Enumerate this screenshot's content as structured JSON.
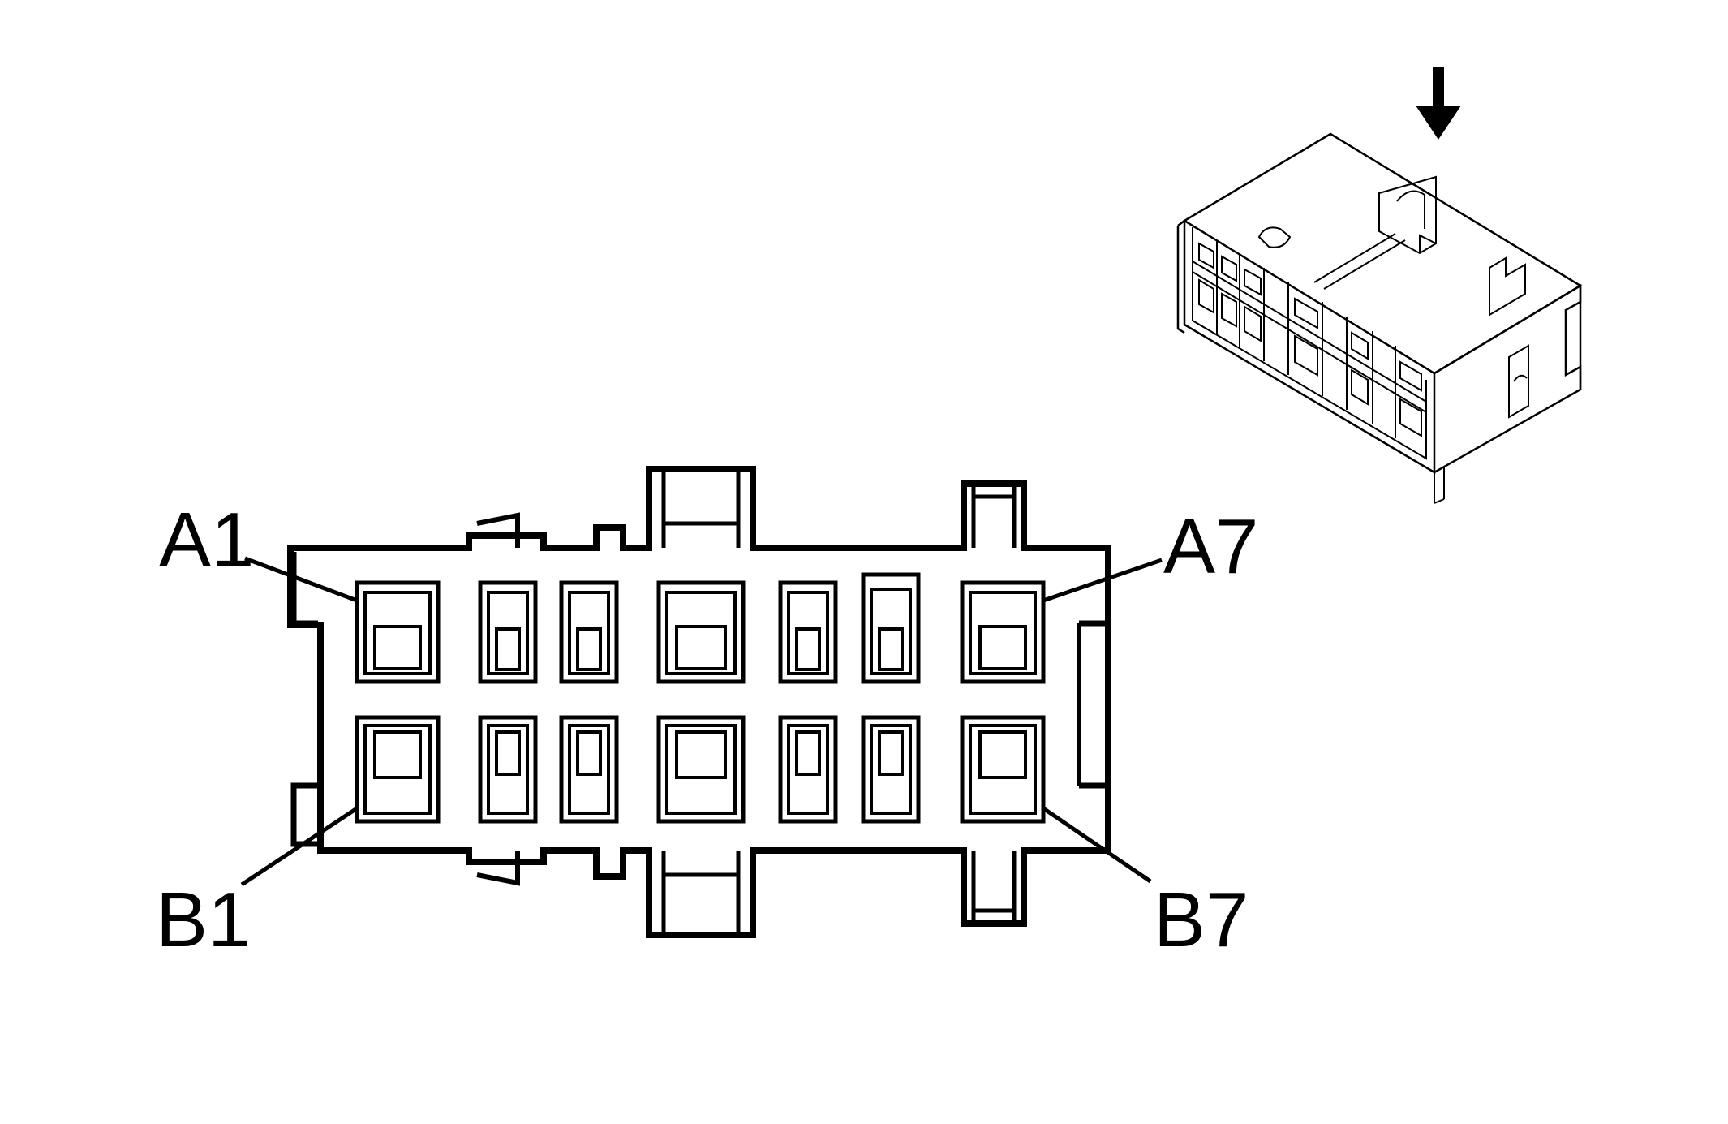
{
  "labels": {
    "a1": "A1",
    "a7": "A7",
    "b1": "B1",
    "b7": "B7"
  },
  "colors": {
    "line": "#000000",
    "background": "#ffffff"
  },
  "icons": {
    "view_direction": "down-arrow-icon",
    "connector_3d": "connector-isometric-icon"
  }
}
